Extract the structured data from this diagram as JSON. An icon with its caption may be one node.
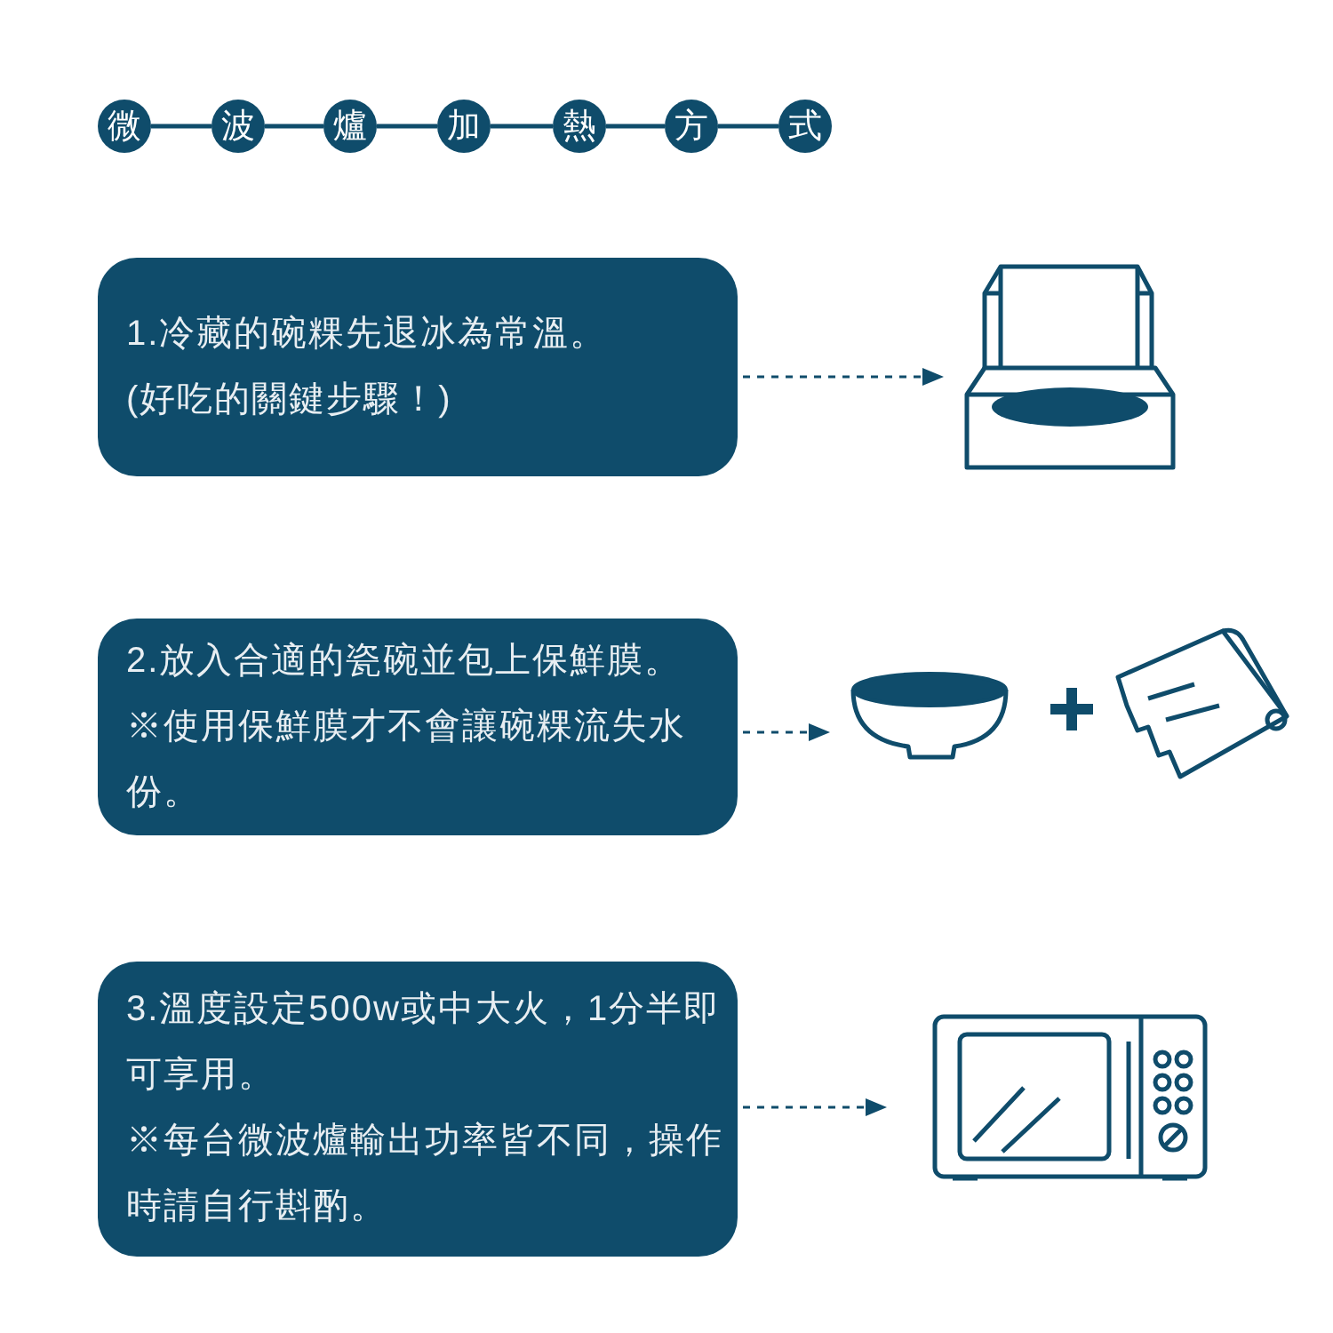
{
  "diagram": {
    "nodes": [
      {
        "text": [
          "微"
        ]
      },
      {
        "text": [
          "波"
        ]
      },
      {
        "text": [
          "爐"
        ]
      },
      {
        "text": [
          "加"
        ]
      },
      {
        "text": [
          "熱"
        ]
      },
      {
        "text": [
          "方"
        ]
      },
      {
        "text": [
          "式"
        ]
      },
      {
        "text": [
          "1.冷藏的碗粿先退冰為常溫。",
          "(好吃的關鍵步驟！)"
        ]
      },
      {
        "text": [],
        "shape": "picture"
      },
      {
        "text": [
          "2.放入合適的瓷碗並包上保鮮膜。",
          "※使用保鮮膜才不會讓碗粿流失水份。"
        ]
      },
      {
        "text": [],
        "shape": "picture"
      },
      {
        "text": [],
        "shape": "picture"
      },
      {
        "text": [
          "3.溫度設定500w或中大火，1分半即可享用。",
          "※每台微波爐輸出功率皆不同，操作時請自行斟酌。"
        ]
      },
      {
        "text": [],
        "shape": "picture"
      }
    ],
    "edges": [
      {
        "from": 0,
        "to": 1,
        "arrow": "none"
      },
      {
        "from": 1,
        "to": 2,
        "arrow": "none"
      },
      {
        "from": 2,
        "to": 3,
        "arrow": "none"
      },
      {
        "from": 3,
        "to": 4,
        "arrow": "none"
      },
      {
        "from": 4,
        "to": 5,
        "arrow": "none"
      },
      {
        "from": 5,
        "to": 6,
        "arrow": "none"
      },
      {
        "from": 7,
        "to": 8,
        "arrow": "to",
        "style": "dashed"
      },
      {
        "from": 9,
        "to": 10,
        "arrow": "to",
        "style": "dashed"
      },
      {
        "from": 12,
        "to": 13,
        "arrow": "to",
        "style": "dashed"
      }
    ]
  }
}
